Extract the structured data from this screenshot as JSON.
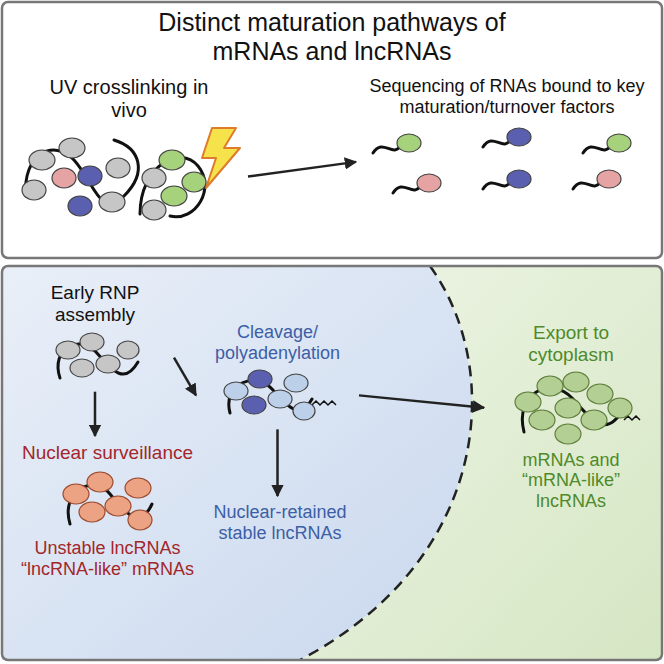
{
  "diagram": {
    "title": "Distinct maturation pathways of mRNAs and lncRNAs",
    "nodes": [
      {
        "text": [
          "UV crosslinking in vivo"
        ]
      },
      {
        "text": [
          "Sequencing of RNAs bound to key maturation/turnover factors"
        ]
      },
      {
        "text": [
          "Early RNP assembly"
        ]
      },
      {
        "text": [
          "Cleavage/ polyadenylation"
        ]
      },
      {
        "text": [
          "Nuclear surveillance",
          "Unstable lncRNAs “lncRNA-like” mRNAs"
        ]
      },
      {
        "text": [
          "Nuclear-retained stable lncRNAs"
        ]
      },
      {
        "text": [
          "Export to cytoplasm",
          "mRNAs and “mRNA-like” lncRNAs"
        ]
      }
    ],
    "edges": [
      {
        "from": 0,
        "to": 1,
        "arrow": "to"
      },
      {
        "from": 2,
        "to": 3,
        "arrow": "to"
      },
      {
        "from": 2,
        "to": 4,
        "arrow": "to"
      },
      {
        "from": 3,
        "to": 5,
        "arrow": "to"
      },
      {
        "from": 3,
        "to": 6,
        "arrow": "to"
      }
    ]
  }
}
